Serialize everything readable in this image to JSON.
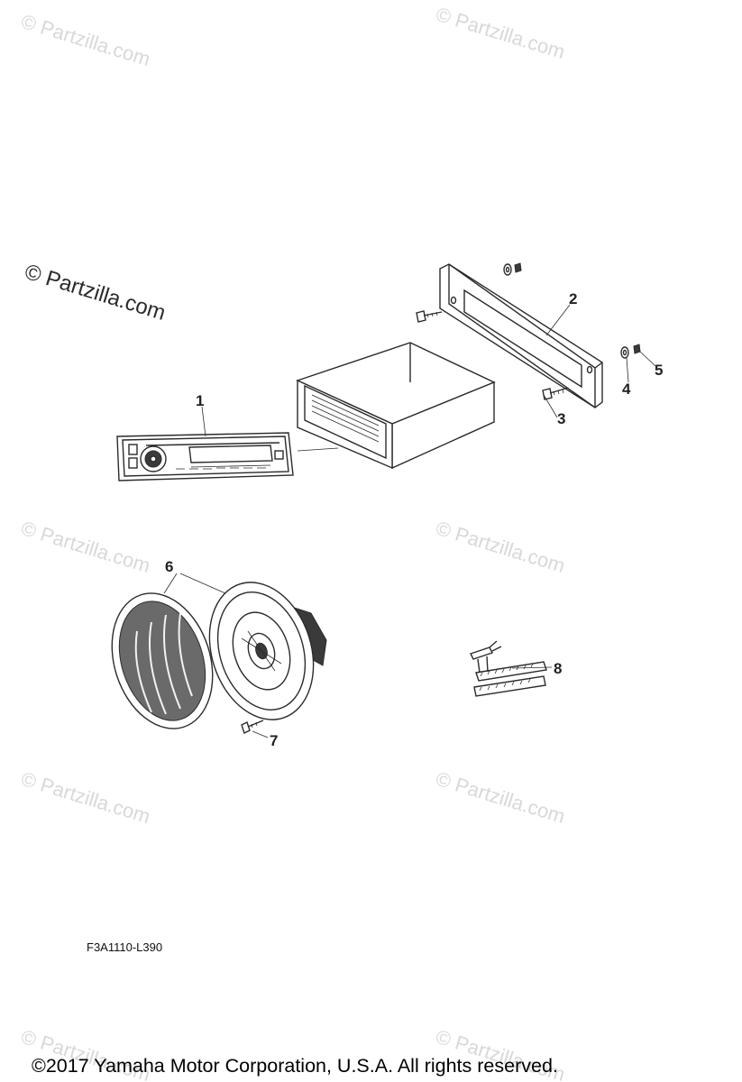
{
  "watermark": {
    "text": "© Partzilla.com"
  },
  "callouts": {
    "c1": "1",
    "c2": "2",
    "c3": "3",
    "c4": "4",
    "c5": "5",
    "c6": "6",
    "c7": "7",
    "c8": "8"
  },
  "diagram_code": "F3A1110-L390",
  "copyright": "©2017  Yamaha Motor Corporation, U.S.A. All rights reserved."
}
